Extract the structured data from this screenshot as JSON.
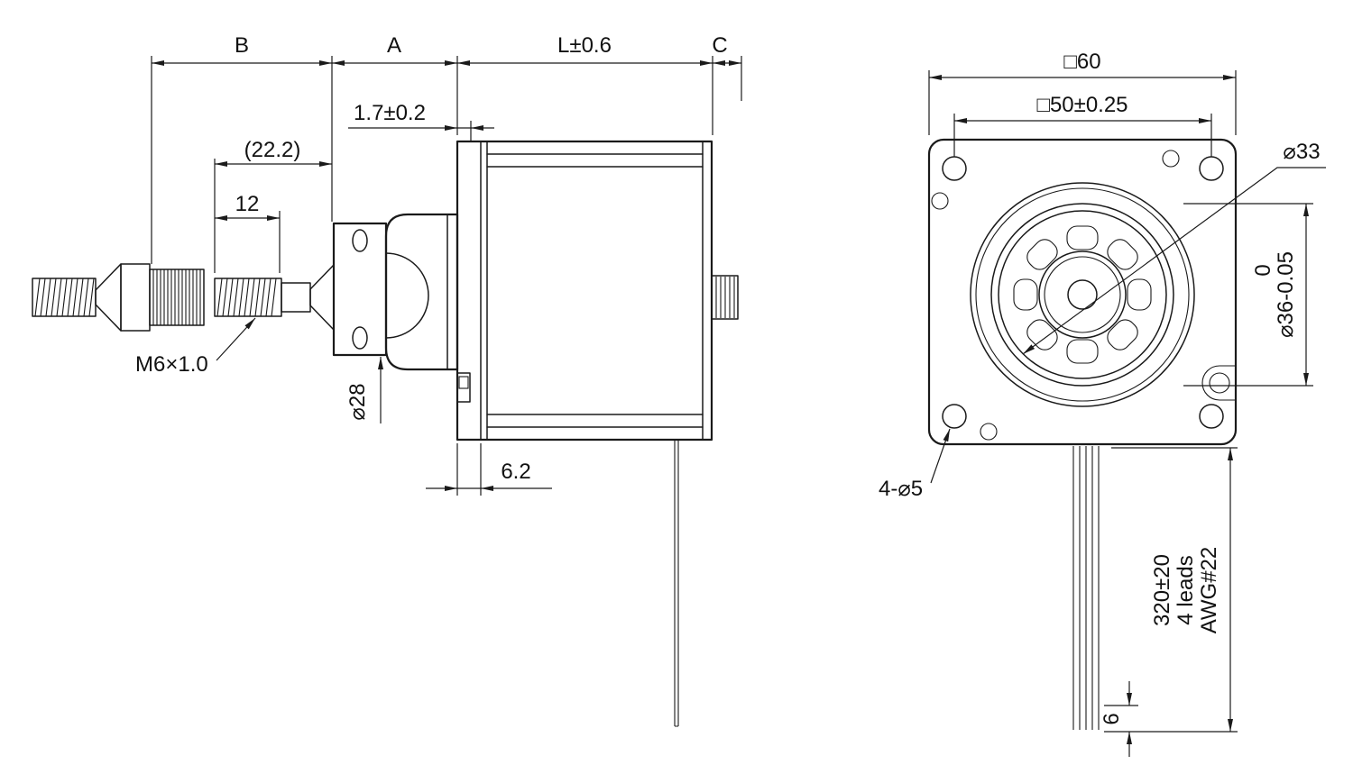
{
  "colors": {
    "line": "#1a1a1a",
    "text": "#111111",
    "background": "#ffffff"
  },
  "side_view": {
    "dim_b": "B",
    "dim_a": "A",
    "dim_l": "L±0.6",
    "dim_c": "C",
    "dim_flange": "1.7±0.2",
    "dim_screw_ref": "(22.2)",
    "dim_thread_len": "12",
    "thread_spec": "M6×1.0",
    "dim_pilot_dia": "⌀28",
    "dim_boss_depth": "6.2"
  },
  "front_view": {
    "dim_frame": "□60",
    "dim_hole_spacing": "□50±0.25",
    "dim_rotor_dia": "⌀33",
    "dim_pilot_tol_upper": "0",
    "dim_pilot_dia": "⌀36-0.05",
    "dim_mount_holes": "4-⌀5",
    "lead_length": "320±20",
    "lead_count": "4 leads",
    "lead_gauge": "AWG#22",
    "dim_strip_len": "6"
  }
}
